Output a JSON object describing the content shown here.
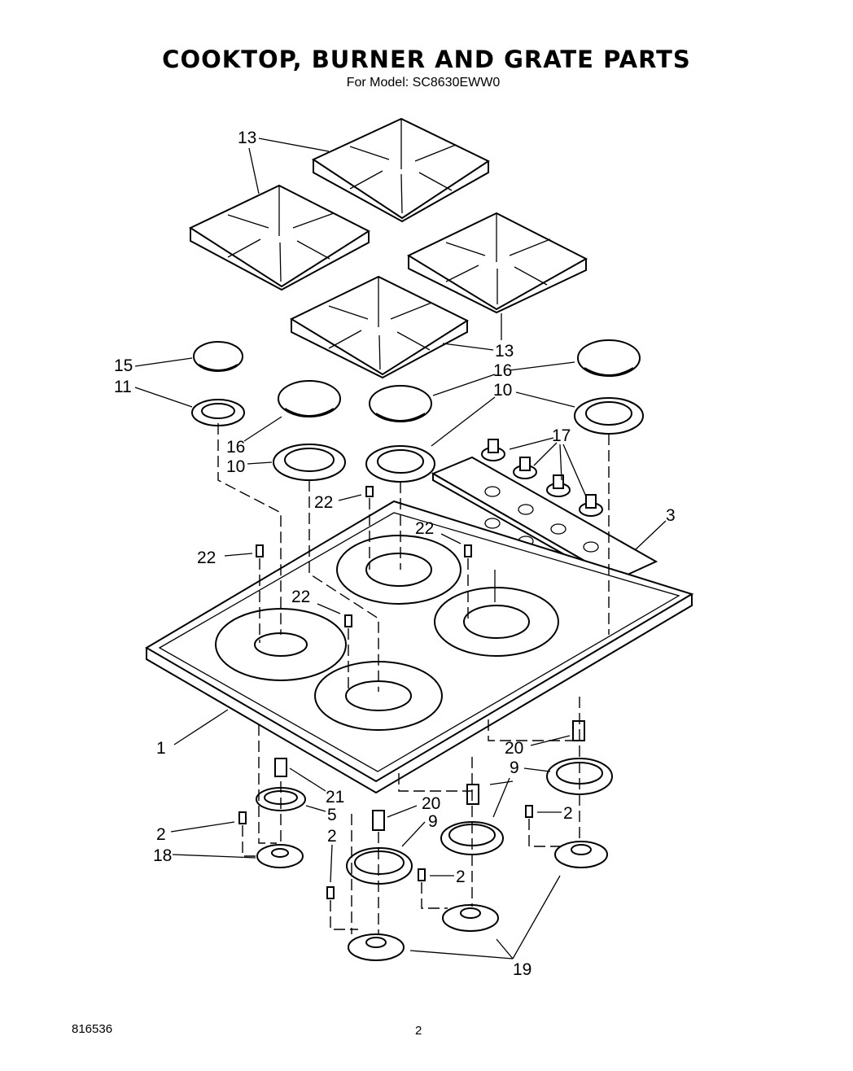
{
  "header": {
    "title": "COOKTOP, BURNER AND GRATE PARTS",
    "subtitle": "For Model: SC8630EWW0"
  },
  "footer": {
    "doc_number": "816536",
    "page_number": "2"
  },
  "callouts": {
    "grate_top": "13",
    "grate_right": "13",
    "cap_small": "15",
    "ring_small": "11",
    "caps_right": "16",
    "cap_left": "16",
    "rings_right": "10",
    "ring_left": "10",
    "knobs": "17",
    "panel": "3",
    "screw_a": "22",
    "screw_b": "22",
    "screw_c": "22",
    "screw_d": "22",
    "cooktop": "1",
    "orifice_right": "20",
    "orifice_left": "20",
    "orifice_small": "21",
    "ring_plate_small": "5",
    "ring_plate_a": "9",
    "ring_plate_b": "9",
    "screw_left": "2",
    "screw_mid": "2",
    "screw_center": "2",
    "screw_right": "2",
    "base_small": "18",
    "bases": "19"
  }
}
